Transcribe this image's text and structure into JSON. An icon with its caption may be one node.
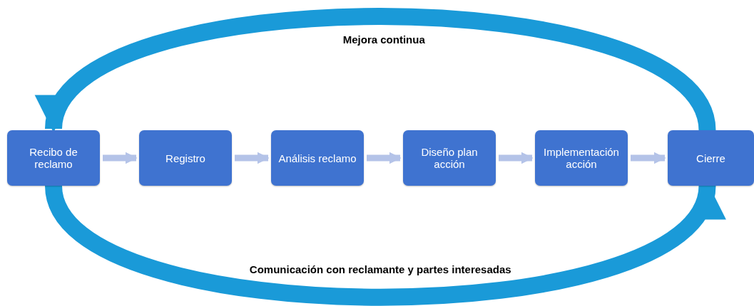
{
  "diagram": {
    "nodes": [
      {
        "text": [
          "Recibo de reclamo"
        ]
      },
      {
        "text": [
          "Registro"
        ]
      },
      {
        "text": [
          "Análisis reclamo"
        ]
      },
      {
        "text": [
          "Diseño plan acción"
        ]
      },
      {
        "text": [
          "Implementación acción"
        ]
      },
      {
        "text": [
          "Cierre"
        ]
      }
    ],
    "edges": [
      {
        "from": 0,
        "to": 1,
        "arrow": "to"
      },
      {
        "from": 1,
        "to": 2,
        "arrow": "to"
      },
      {
        "from": 2,
        "to": 3,
        "arrow": "to"
      },
      {
        "from": 3,
        "to": 4,
        "arrow": "to"
      },
      {
        "from": 4,
        "to": 5,
        "arrow": "to"
      },
      {
        "from": 5,
        "to": 0,
        "arrow": "to",
        "label": "Mejora continua",
        "style": "thick",
        "color": "#1a9ad8"
      },
      {
        "from": 0,
        "to": 5,
        "arrow": "to",
        "label": "Comunicación con reclamante y partes interesadas",
        "style": "thick",
        "color": "#1a9ad8"
      }
    ]
  }
}
